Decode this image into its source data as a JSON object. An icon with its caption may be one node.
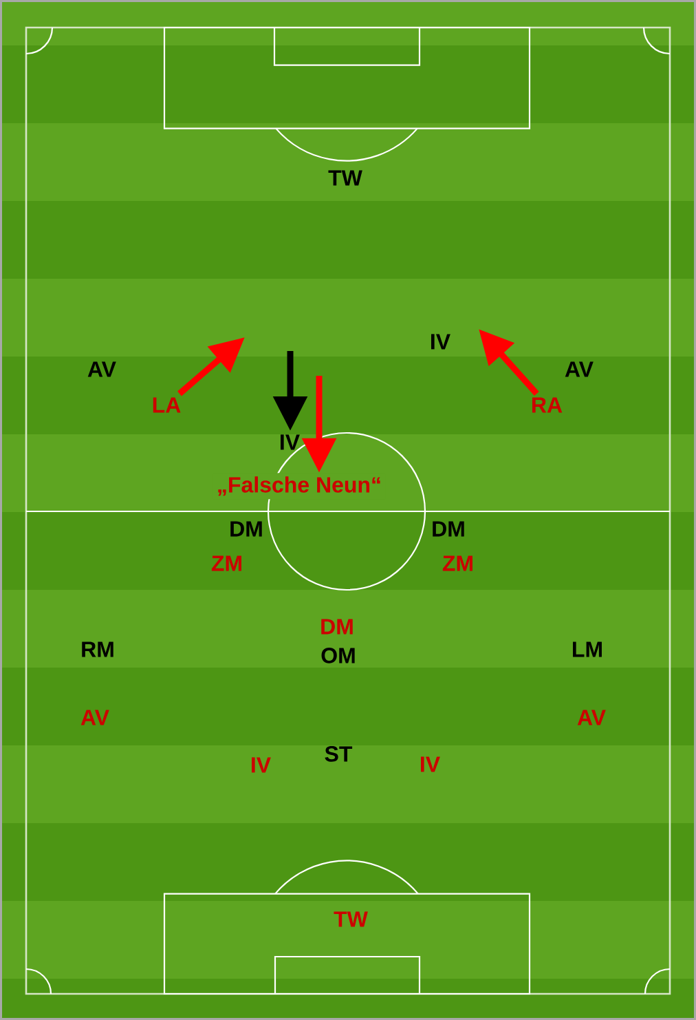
{
  "diagram": {
    "nodes": [
      {
        "text": [
          "LA"
        ]
      },
      {
        "text": [
          "RA"
        ]
      },
      {
        "text": [
          "IV"
        ]
      },
      {
        "text": [
          "„Falsche Neun“"
        ]
      }
    ],
    "edges": [
      {
        "from": 0,
        "to": null,
        "arrow": "to"
      },
      {
        "from": 1,
        "to": null,
        "arrow": "to"
      },
      {
        "from": null,
        "to": 2,
        "arrow": "to",
        "color": "#000000"
      },
      {
        "from": null,
        "to": 3,
        "arrow": "to"
      }
    ],
    "labels": [
      "TW",
      "IV",
      "AV",
      "AV",
      "DM",
      "DM",
      "ZM",
      "ZM",
      "DM",
      "RM",
      "OM",
      "LM",
      "AV",
      "AV",
      "IV",
      "ST",
      "IV",
      "TW"
    ]
  }
}
